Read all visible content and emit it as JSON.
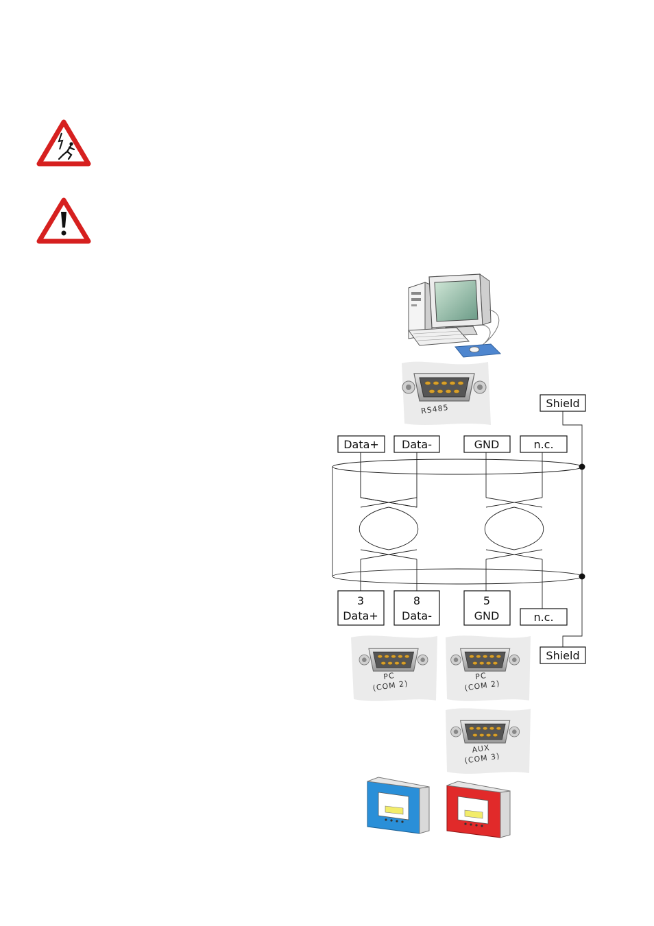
{
  "pc_port": {
    "label": "RS485"
  },
  "top_labels": {
    "data_plus": "Data+",
    "data_minus": "Data-",
    "gnd": "GND",
    "nc": "n.c.",
    "shield": "Shield"
  },
  "bottom_labels": {
    "pin3": "3",
    "pin3_name": "Data+",
    "pin8": "8",
    "pin8_name": "Data-",
    "pin5": "5",
    "pin5_name": "GND",
    "nc": "n.c.",
    "shield": "Shield"
  },
  "device_ports": {
    "port1": {
      "name": "PC",
      "sub": "(COM 2)"
    },
    "port2": {
      "name": "PC",
      "sub": "(COM 2)"
    },
    "port3": {
      "name": "AUX",
      "sub": "(COM 3)"
    }
  },
  "colors": {
    "warning_red": "#d6201f",
    "blue_unit": "#2a8fd8",
    "red_unit": "#e12a2a",
    "mousepad": "#4e86cf",
    "pin_color": "#d9a02a"
  }
}
